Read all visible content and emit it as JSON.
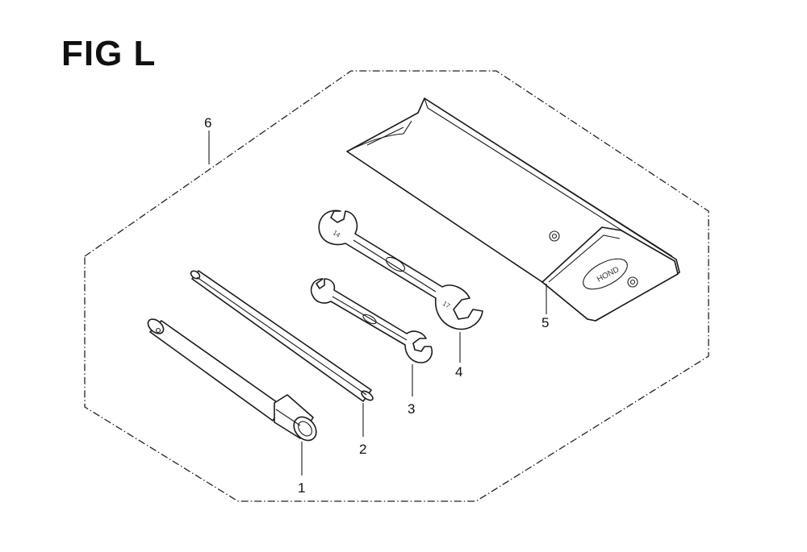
{
  "figure": {
    "title": "FIG L"
  },
  "callouts": [
    {
      "id": "1",
      "label": "1",
      "part": "socket-wrench"
    },
    {
      "id": "2",
      "label": "2",
      "part": "handle-bar"
    },
    {
      "id": "3",
      "label": "3",
      "part": "small-open-wrench"
    },
    {
      "id": "4",
      "label": "4",
      "part": "large-open-wrench"
    },
    {
      "id": "5",
      "label": "5",
      "part": "tool-bag"
    },
    {
      "id": "6",
      "label": "6",
      "part": "tool-kit-set"
    }
  ]
}
